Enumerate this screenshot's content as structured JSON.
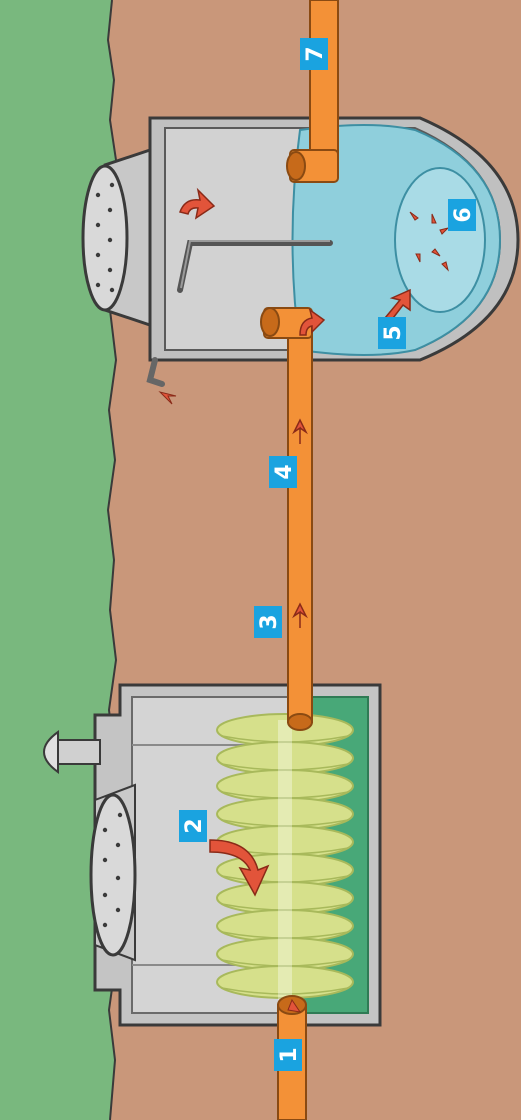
{
  "colors": {
    "soil": "#c9977a",
    "grass": "#79b87e",
    "concrete_light": "#c8c8c8",
    "concrete_mid": "#b4b4b4",
    "pipe": "#f39137",
    "pipe_dark": "#c76a1a",
    "water": "#8fcfdc",
    "filter_green": "#d6e08b",
    "filter_green_dark": "#a8b95b",
    "submerged_green": "#48a878",
    "arrow": "#e2543a",
    "badge": "#1aa3e0",
    "badge_text": "#ffffff"
  },
  "badges": [
    {
      "label": "1"
    },
    {
      "label": "2"
    },
    {
      "label": "3"
    },
    {
      "label": "4"
    },
    {
      "label": "5"
    },
    {
      "label": "6"
    },
    {
      "label": "7"
    }
  ],
  "icons": {
    "flow_arrow": "curved-arrow-icon",
    "direction_arrow": "small-arrow-icon"
  }
}
